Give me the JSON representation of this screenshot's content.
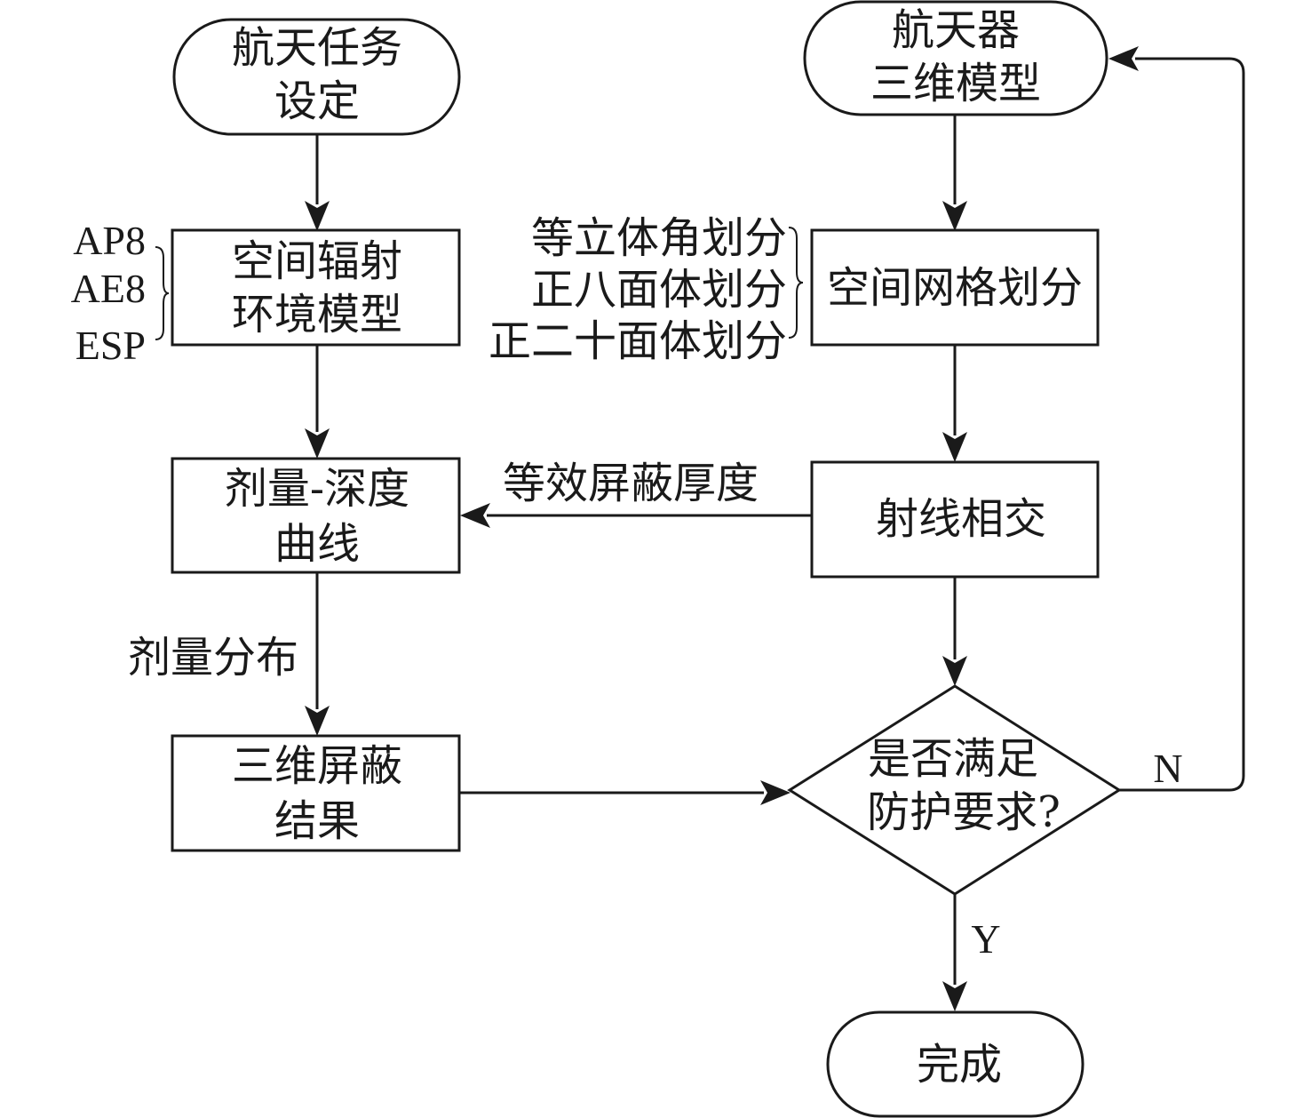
{
  "diagram": {
    "title": "Spacecraft 3D radiation shielding analysis flowchart",
    "nodes": {
      "mission": {
        "type": "terminator",
        "lines": [
          "航天任务",
          "设定"
        ]
      },
      "spacecraft_model": {
        "type": "terminator",
        "lines": [
          "航天器",
          "三维模型"
        ]
      },
      "radiation_env": {
        "type": "process",
        "lines": [
          "空间辐射",
          "环境模型"
        ]
      },
      "grid_division": {
        "type": "process",
        "lines": [
          "空间网格划分"
        ]
      },
      "dose_depth": {
        "type": "process",
        "lines": [
          "剂量-深度",
          "曲线"
        ]
      },
      "ray_trace": {
        "type": "process",
        "lines": [
          "射线相交"
        ]
      },
      "shield_result": {
        "type": "process",
        "lines": [
          "三维屏蔽",
          "结果"
        ]
      },
      "decision": {
        "type": "decision",
        "lines": [
          "是否满足",
          "防护要求?"
        ]
      },
      "done": {
        "type": "terminator",
        "lines": [
          "完成"
        ]
      }
    },
    "annotations": {
      "env_models": [
        "AP8",
        "AE8",
        "ESP"
      ],
      "grid_methods": [
        "等立体角划分",
        "正八面体划分",
        "正二十面体划分"
      ]
    },
    "edges": [
      {
        "from": "mission",
        "to": "radiation_env",
        "label": ""
      },
      {
        "from": "radiation_env",
        "to": "dose_depth",
        "label": ""
      },
      {
        "from": "spacecraft_model",
        "to": "grid_division",
        "label": ""
      },
      {
        "from": "grid_division",
        "to": "ray_trace",
        "label": ""
      },
      {
        "from": "ray_trace",
        "to": "dose_depth",
        "label": "等效屏蔽厚度"
      },
      {
        "from": "dose_depth",
        "to": "shield_result",
        "label": "剂量分布"
      },
      {
        "from": "shield_result",
        "to": "decision",
        "label": ""
      },
      {
        "from": "ray_trace",
        "to": "decision",
        "label": ""
      },
      {
        "from": "decision",
        "to": "done",
        "label": "Y"
      },
      {
        "from": "decision",
        "to": "spacecraft_model",
        "label": "N"
      }
    ]
  }
}
